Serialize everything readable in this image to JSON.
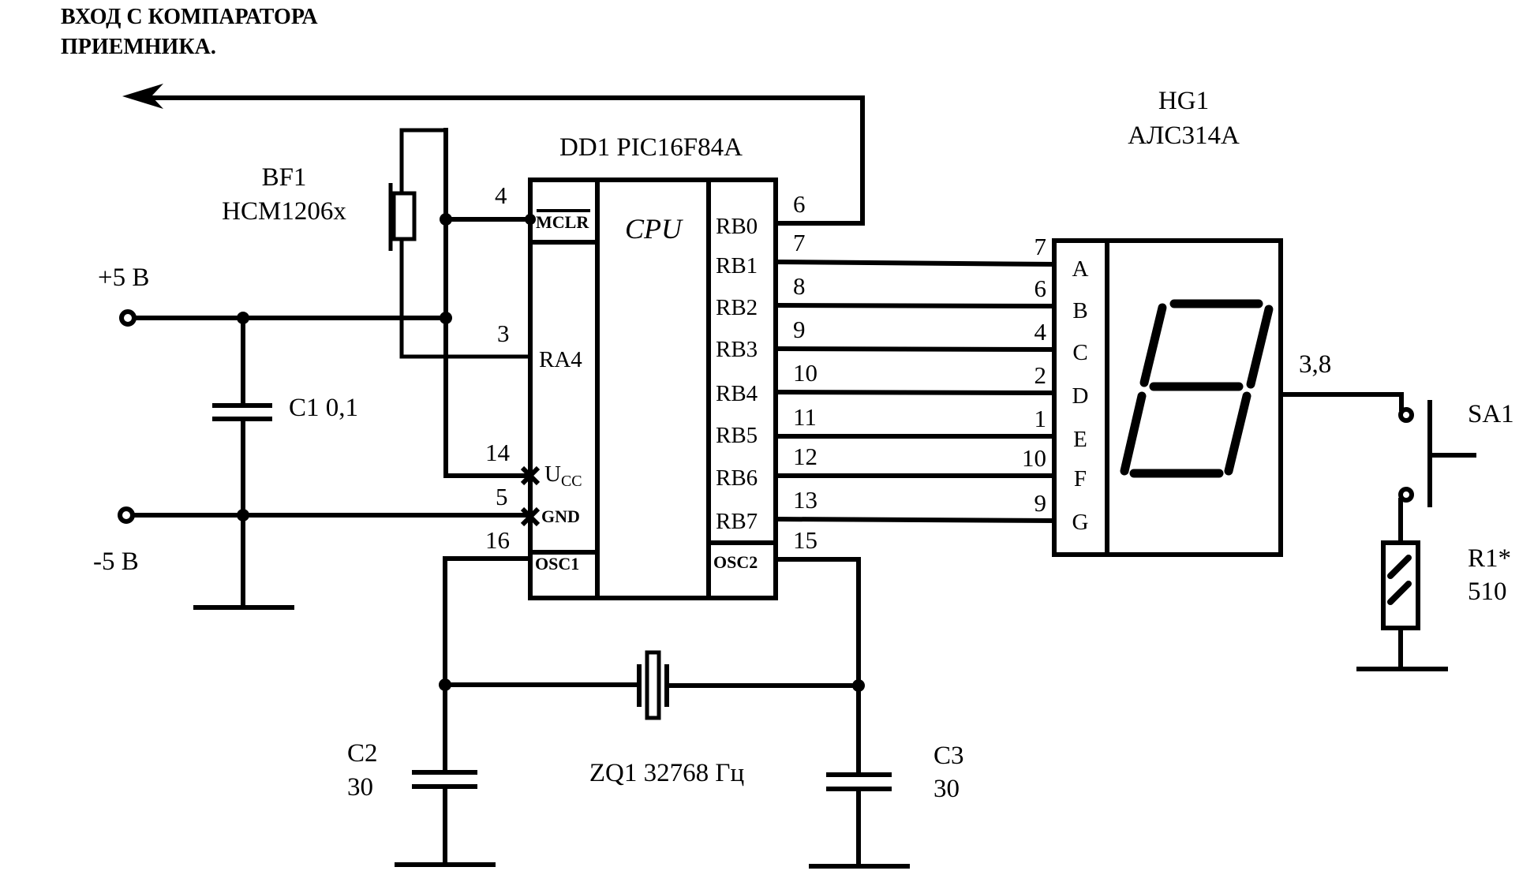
{
  "header": {
    "input_label_line1": "ВХОД С КОМПАРАТОРА",
    "input_label_line2": "ПРИЕМНИКА."
  },
  "power": {
    "plus_label": "+5 В",
    "minus_label": "-5 В"
  },
  "components": {
    "bf1": {
      "ref": "BF1",
      "part": "HCM1206x"
    },
    "c1": {
      "label": "C1 0,1"
    },
    "c2": {
      "ref": "C2",
      "value": "30"
    },
    "c3": {
      "ref": "C3",
      "value": "30"
    },
    "zq1": {
      "label": "ZQ1 32768 Гц"
    },
    "dd1": {
      "label": "DD1 PIC16F84A",
      "core": "CPU",
      "left_pins": [
        {
          "num": "4",
          "name": "MCLR"
        },
        {
          "num": "3",
          "name": "RA4"
        },
        {
          "num": "14",
          "name": "Ucc"
        },
        {
          "num": "5",
          "name": "GND"
        },
        {
          "num": "16",
          "name": "OSC1"
        }
      ],
      "right_pins": [
        {
          "num": "6",
          "name": "RB0"
        },
        {
          "num": "7",
          "name": "RB1"
        },
        {
          "num": "8",
          "name": "RB2"
        },
        {
          "num": "9",
          "name": "RB3"
        },
        {
          "num": "10",
          "name": "RB4"
        },
        {
          "num": "11",
          "name": "RB5"
        },
        {
          "num": "12",
          "name": "RB6"
        },
        {
          "num": "13",
          "name": "RB7"
        },
        {
          "num": "15",
          "name": "OSC2"
        }
      ],
      "ucc_main": "U",
      "ucc_sub": "CC"
    },
    "hg1": {
      "ref": "HG1",
      "part": "АЛС314А",
      "segments": [
        {
          "name": "A",
          "pin": "7"
        },
        {
          "name": "B",
          "pin": "6"
        },
        {
          "name": "C",
          "pin": "4"
        },
        {
          "name": "D",
          "pin": "2"
        },
        {
          "name": "E",
          "pin": "1"
        },
        {
          "name": "F",
          "pin": "10"
        },
        {
          "name": "G",
          "pin": "9"
        }
      ],
      "common_pins": "3,8"
    },
    "sa1": {
      "ref": "SA1"
    },
    "r1": {
      "ref": "R1*",
      "value": "510"
    }
  }
}
